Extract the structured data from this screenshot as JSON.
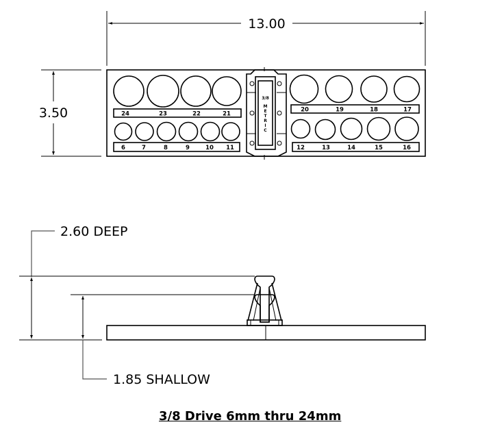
{
  "drawing": {
    "title": "3/8 Drive 6mm thru 24mm",
    "width_dimension": "13.00",
    "height_dimension": "3.50",
    "deep_dimension": "2.60 DEEP",
    "shallow_dimension": "1.85 SHALLOW",
    "insert_label_top": "3/8",
    "insert_label_vertical": [
      "M",
      "E",
      "T",
      "R",
      "I",
      "C"
    ],
    "left_top_row": [
      "24",
      "23",
      "22",
      "21"
    ],
    "left_bottom_row": [
      "6",
      "7",
      "8",
      "9",
      "10",
      "11"
    ],
    "right_top_row": [
      "20",
      "19",
      "18",
      "17"
    ],
    "right_bottom_row": [
      "12",
      "13",
      "14",
      "15",
      "16"
    ]
  }
}
